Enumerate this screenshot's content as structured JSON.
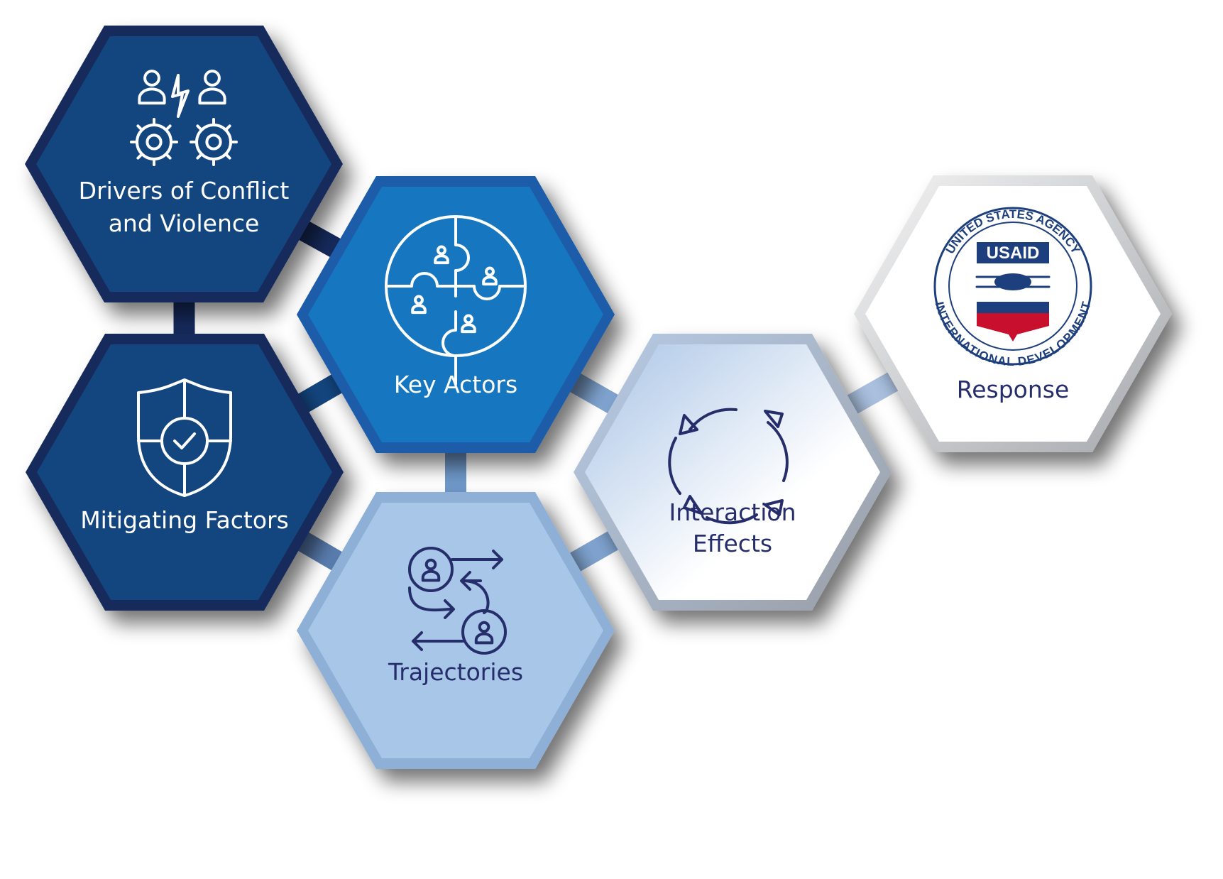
{
  "nodes": [
    {
      "id": "drivers",
      "lines": [
        "Drivers of Conflict",
        "and  Violence"
      ],
      "icon": "people-conflict-gears-icon"
    },
    {
      "id": "actors",
      "lines": [
        "Key Actors"
      ],
      "icon": "puzzle-people-icon"
    },
    {
      "id": "mitigating",
      "lines": [
        "Mitigating Factors"
      ],
      "icon": "shield-check-icon"
    },
    {
      "id": "trajectories",
      "lines": [
        "Trajectories"
      ],
      "icon": "people-arrows-icon"
    },
    {
      "id": "interaction",
      "lines": [
        "Interaction",
        "Effects"
      ],
      "icon": "cycle-arrows-icon"
    },
    {
      "id": "response",
      "lines": [
        "Response"
      ],
      "icon": "usaid-seal-logo"
    }
  ],
  "logo": {
    "top_text": "UNITED STATES AGENCY",
    "bottom_text": "INTERNATIONAL DEVELOPMENT",
    "acronym": "USAID"
  },
  "colors": {
    "navy": "#13467f",
    "navy_edge": "#152a5c",
    "blue": "#1677c0",
    "blue_edge": "#1a5ba8",
    "light": "#a8c6e8",
    "light_edge": "#8fb0d6",
    "text_dark": "#262d6b"
  }
}
